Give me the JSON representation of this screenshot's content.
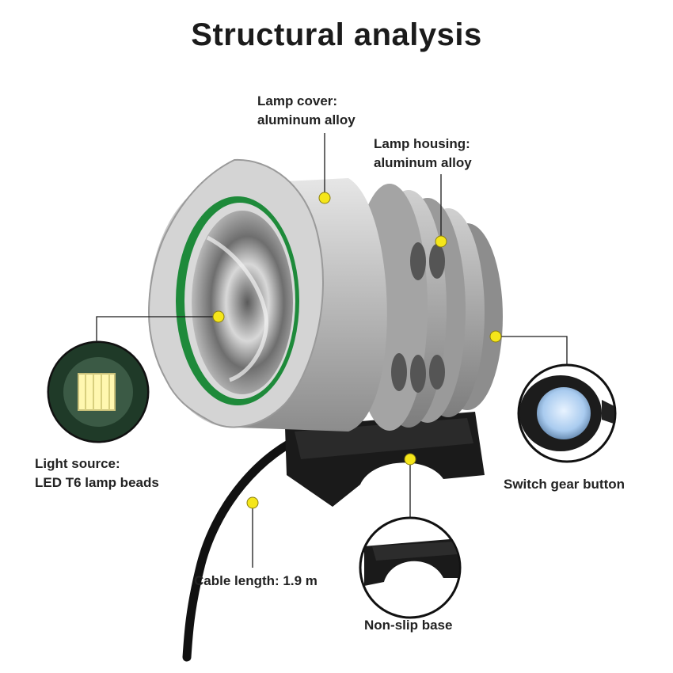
{
  "title": "Structural analysis",
  "callouts": {
    "lamp_cover": {
      "line1": "Lamp cover:",
      "line2": "aluminum alloy"
    },
    "lamp_housing": {
      "line1": "Lamp housing:",
      "line2": "aluminum alloy"
    },
    "light_source": {
      "line1": "Light source:",
      "line2": "LED T6 lamp beads"
    },
    "switch": {
      "line1": "Switch gear button"
    },
    "cable": {
      "line1": "Cable length: 1.9 m"
    },
    "base": {
      "line1": "Non-slip base"
    }
  },
  "colors": {
    "marker": "#f5e61a",
    "leader": "#1a1a1a",
    "lens_ring": "#1e8a3a",
    "body": "#b8b8b8"
  }
}
